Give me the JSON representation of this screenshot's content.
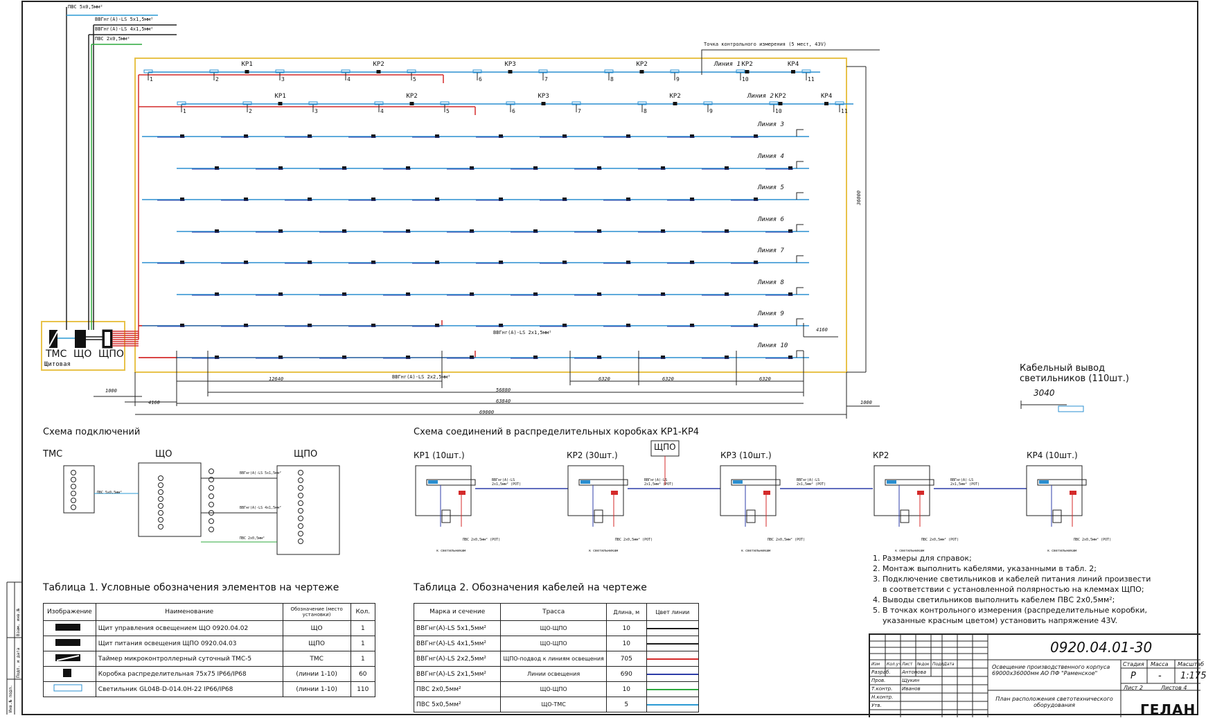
{
  "plan": {
    "top_cables": [
      "ПВС 5х0,5мм²",
      "ВВГнг(А)-LS 5х1,5мм²",
      "ВВГнг(А)-LS 4х1,5мм²",
      "ПВС 2х0,5мм²"
    ],
    "control_point_note": "Точка контрольного измерения (5 мест, 43V)",
    "line1": {
      "label": "Линия 1",
      "boxes": [
        "КР1",
        "КР2",
        "КР3",
        "КР2",
        "КР2",
        "КР4"
      ],
      "nums": [
        "1",
        "2",
        "3",
        "4",
        "5",
        "6",
        "7",
        "8",
        "9",
        "10",
        "11"
      ]
    },
    "line2": {
      "label": "Линия 2",
      "boxes": [
        "КР1",
        "КР2",
        "КР3",
        "КР2",
        "КР2",
        "КР4"
      ],
      "nums": [
        "1",
        "2",
        "3",
        "4",
        "5",
        "6",
        "7",
        "8",
        "9",
        "10",
        "11"
      ]
    },
    "lines": [
      "Линия 3",
      "Линия 4",
      "Линия 5",
      "Линия 6",
      "Линия 7",
      "Линия 8",
      "Линия 9",
      "Линия 10"
    ],
    "cable_line9": "ВВГнг(А)-LS 2х1,5мм²",
    "cable_line10": "ВВГнг(А)-LS 2х2,5мм²",
    "panel_labels": [
      "ТМС",
      "ЩО",
      "ЩПО"
    ],
    "panel_caption": "Щитовая",
    "dims": {
      "d1000a": "1000",
      "d4160a": "4160",
      "d12640": "12640",
      "d56880": "56880",
      "d63840": "63840",
      "d69000": "69000",
      "d6320a": "6320",
      "d6320b": "6320",
      "d6320c": "6320",
      "d1000b": "1000",
      "d4160b": "4160",
      "d36000": "36000"
    },
    "cable_out_title": "Кабельный вывод",
    "cable_out_title2": "светильников (110шт.)",
    "cable_out_dim": "3040"
  },
  "scheme_connections": {
    "title": "Схема подключений",
    "tms": "ТМС",
    "sho": "ЩО",
    "shpo": "ЩПО",
    "cable_a": "ПВС 5х0,5мм²",
    "cable_b": "ВВГнг(А)-LS 5х1,5мм²",
    "cable_c": "ВВГнг(А)-LS 4х1,5мм²",
    "cable_d": "ПВС 2х0,5мм²"
  },
  "scheme_boxes": {
    "title": "Схема соединений в распределительных коробках КР1-КР4",
    "kr1": "КР1 (10шт.)",
    "kr2a": "КР2 (30шт.)",
    "kr3": "КР3 (10шт.)",
    "kr2b": "КР2",
    "kr4": "КР4 (10шт.)",
    "shpo": "ЩПО",
    "cable_main": "ВВГнг(А)-LS 2х1,5мм² (РОТ)",
    "cable_pvs": "ПВС 2х0,5мм² (РОТ)",
    "to_lamps": "к светильникам"
  },
  "table1": {
    "title": "Таблица 1. Условные обозначения элементов на чертеже",
    "headers": [
      "Изображение",
      "Наименование",
      "Обозначение (место установки)",
      "Кол."
    ],
    "rows": [
      {
        "name": "Щит управления освещением ЩО 0920.04.02",
        "code": "ЩО",
        "qty": "1"
      },
      {
        "name": "Щит питания освещения ЩПО 0920.04.03",
        "code": "ЩПО",
        "qty": "1"
      },
      {
        "name": "Таймер микроконтроллерный суточный ТМС-5",
        "code": "ТМС",
        "qty": "1"
      },
      {
        "name": "Коробка распределительная 75х75 IP66/IP68",
        "code": "(линии 1-10)",
        "qty": "60"
      },
      {
        "name": "Светильник GL04В-D-014.0Н-22 IP66/IP68",
        "code": "(линии 1-10)",
        "qty": "110"
      }
    ]
  },
  "table2": {
    "title": "Таблица 2. Обозначения кабелей на чертеже",
    "headers": [
      "Марка и сечение",
      "Трасса",
      "Длина, м",
      "Цвет линии"
    ],
    "rows": [
      {
        "mark": "ВВГнг(А)-LS 5х1,5мм²",
        "route": "ЩО-ЩПО",
        "len": "10",
        "color": "#1a1a1a"
      },
      {
        "mark": "ВВГнг(А)-LS 4х1,5мм²",
        "route": "ЩО-ЩПО",
        "len": "10",
        "color": "#1a1a1a"
      },
      {
        "mark": "ВВГнг(А)-LS 2х2,5мм²",
        "route": "ЩПО-подвод к линиям освещения",
        "len": "705",
        "color": "#d42a2a"
      },
      {
        "mark": "ВВГнг(А)-LS 2х1,5мм²",
        "route": "Линии освещения",
        "len": "690",
        "color": "#2c3ca8"
      },
      {
        "mark": "ПВС 2х0,5мм²",
        "route": "ЩО-ЩПО",
        "len": "10",
        "color": "#2ca83c"
      },
      {
        "mark": "ПВС 5х0,5мм²",
        "route": "ЩО-ТМС",
        "len": "5",
        "color": "#2a9ad4"
      }
    ]
  },
  "notes": [
    "1. Размеры для справок;",
    "2. Монтаж выполнить кабелями, указанными в табл. 2;",
    "3. Подключение светильников и кабелей питания линий произвести",
    "    в соответствии с установленной полярностью на клеммах ЩПО;",
    "4. Выводы светильников выполнить кабелем ПВС 2х0,5мм²;",
    "5. В точках контрольного измерения (распределительные коробки,",
    "    указанные красным цветом) установить напряжение 43V."
  ],
  "stamp": {
    "code": "0920.04.01-30",
    "desc": "Освещение производственного корпуса 69000х36000мм АО ПФ \"Раменское\"",
    "desc2": "План расположения светотехнического оборудования",
    "stage_h": "Стадия",
    "mass_h": "Масса",
    "scale_h": "Масштаб",
    "stage": "Р",
    "mass": "-",
    "scale": "1:175",
    "sheet": "Лист  2",
    "sheets": "Листов  4",
    "logo": "ГЕЛАН",
    "cols": [
      "Изм",
      "Кол.уч",
      "Лист",
      "№док",
      "Подп.",
      "Дата"
    ],
    "rows_left": [
      "Разраб.",
      "Пров.",
      "Т.контр.",
      "Н.контр.",
      "Утв."
    ],
    "names": [
      "Антонова",
      "Щукин",
      "Иванов"
    ]
  },
  "frame_side": [
    "Инв.№ подл.",
    "Подп. и дата",
    "Взам. инв.№"
  ],
  "colors": {
    "frame": "#222222",
    "building": "#e8c24a",
    "line_blue": "#2a8fd0",
    "line_red": "#d42a2a",
    "cable_dark": "#2c3ca8",
    "green": "#2ca83c"
  }
}
